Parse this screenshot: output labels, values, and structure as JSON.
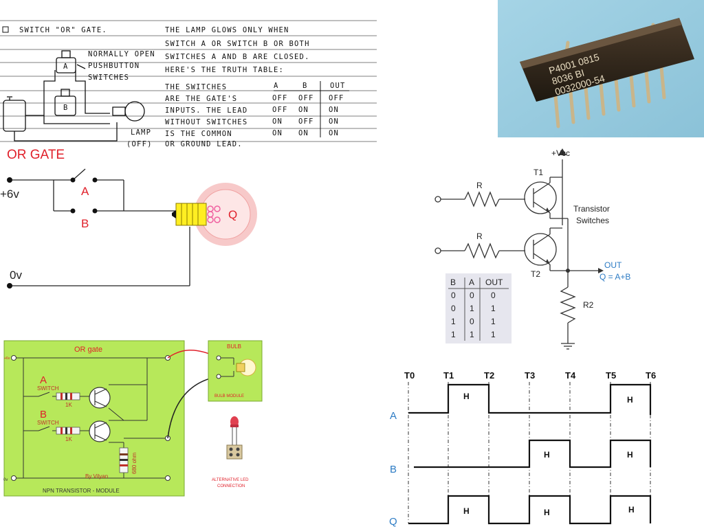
{
  "notes": {
    "heading": "SWITCH \"OR\" GATE.",
    "lines": [
      "THE  LAMP  GLOWS  ONLY  WHEN",
      "SWITCH  A  OR  SWITCH  B  OR  BOTH",
      "SWITCHES  A  AND  B  ARE  CLOSED.",
      "HERE'S  THE  TRUTH  TABLE:"
    ],
    "left_labels": [
      "NORMALLY OPEN",
      "PUSHBUTTON",
      "SWITCHES"
    ],
    "para": [
      "THE  SWITCHES",
      "ARE  THE  GATE'S",
      "INPUTS.  THE  LEAD",
      "WITHOUT  SWITCHES",
      "IS  THE  COMMON",
      "OR  GROUND  LEAD."
    ],
    "lamp": [
      "LAMP",
      "(OFF)"
    ],
    "table_head": [
      "A",
      "B",
      "OUT"
    ],
    "table_rows": [
      [
        "OFF",
        "OFF",
        "OFF"
      ],
      [
        "OFF",
        "ON",
        "ON"
      ],
      [
        "ON",
        "OFF",
        "ON"
      ],
      [
        "ON",
        "ON",
        "ON"
      ]
    ],
    "switch_a": "A",
    "switch_b": "B"
  },
  "chip": {
    "line1": "P4001  0815",
    "line2": "8036  BI",
    "line3": "0032000-54"
  },
  "or_gate": {
    "title": "OR GATE",
    "vplus": "+6v",
    "vzero": "0v",
    "switch_a": "A",
    "switch_b": "B",
    "bulb": "Q"
  },
  "transistor": {
    "vcc": "+Vcc",
    "t1": "T1",
    "t2": "T2",
    "r_top": "R",
    "r_bottom": "R",
    "r2": "R2",
    "label_line1": "Transistor",
    "label_line2": "Switches",
    "out": "OUT",
    "eq": "Q = A+B",
    "table_head": [
      "B",
      "A",
      "OUT"
    ],
    "table_rows": [
      [
        "0",
        "0",
        "0"
      ],
      [
        "0",
        "1",
        "1"
      ],
      [
        "1",
        "0",
        "1"
      ],
      [
        "1",
        "1",
        "1"
      ]
    ]
  },
  "board": {
    "title": "OR gate",
    "footer": "NPN TRANSISTOR - MODULE",
    "a": "A",
    "b": "B",
    "switch": "SWITCH",
    "r1": "1K",
    "r2": "1K",
    "r3": "680 ohm",
    "author": "By Vilyan",
    "plus": "+6v",
    "zero": "0v",
    "bulb": "BULB",
    "bulb_module": "BULB MODULE",
    "alt1": "ALTERNATIVE LED",
    "alt2": "CONNECTION"
  },
  "timing": {
    "t_labels": [
      "T0",
      "T1",
      "T2",
      "T3",
      "T4",
      "T5",
      "T6"
    ],
    "signals": [
      "A",
      "B",
      "Q"
    ],
    "high": "H"
  }
}
